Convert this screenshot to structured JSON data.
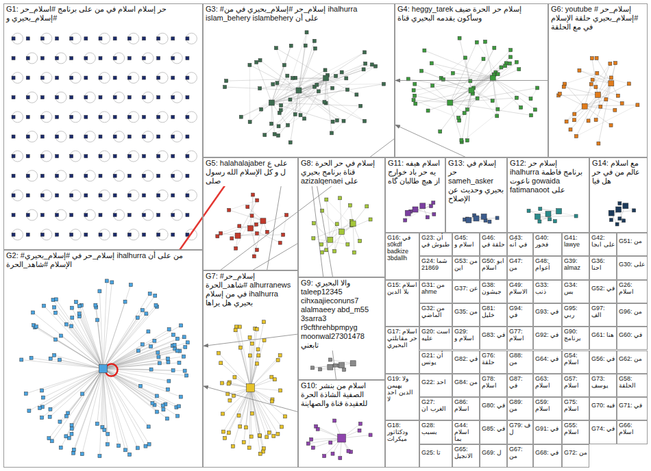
{
  "diagram": {
    "nodes": [
      {
        "text": [
          "G1: حر إسلام اسلام في من على برنامج #اسلام_حر #إسلام_بحيري و"
        ]
      },
      {
        "text": [
          "G3: #إسلام_حر #إسلام_بحيري في من ihalhurra islam_behery islambehery على أن"
        ]
      },
      {
        "text": [
          "G4: heggy_tarek إسلام حر الحرة ضيف وسأكون يقدمه البحيري قناة"
        ]
      },
      {
        "text": [
          "G6: youtube # إسلام_حر #إسلام_بحيري حلقة الإسلام في مع الحلقة"
        ]
      },
      {
        "text": [
          "G5: halahalajaber على ع ل و كل الإسلام الله رسول صلى"
        ]
      },
      {
        "text": [
          "G8: إسلام في حر الحرة قناة برنامج بحيري azizalqenaei على"
        ]
      },
      {
        "text": [
          "G11: اسلام هيفه يه حر باد خوارج از هيچ طالبان گاه"
        ]
      },
      {
        "text": [
          "G13: إسلام في حر sameh_asker بحيري وحديث عن الإصلاح"
        ]
      },
      {
        "text": [
          "G12: إسلام حر ihalhurra برنامج فاطمة ناعوت gowaida fatimanaoot على"
        ]
      },
      {
        "text": [
          "G14: مع اسلام عالم من في حر هل فيا"
        ]
      },
      {
        "text": [
          "G2: #إسلام_حر في #إسلام_بحيري ihalhurra من على أن الإسلام #شاهد_الحرة"
        ]
      },
      {
        "text": [
          "G7: #إسلام_حر #شاهد_الحرة alhurranews في من إسلام ihalhurra بحيري هل يراها"
        ]
      },
      {
        "text": [
          "G9: والا البحيري taleep12345 cihxaajieconuns7 alalmaeey abd_m55 3sarra3 r9cfthrehbpmpyg moonwal27301478 تابعني"
        ]
      },
      {
        "text": [
          "G10: اسلام من بنشر الصفية الشاذة الحرة للعقيدة قناة والصهاينة"
        ]
      },
      {
        "text": [
          "G16: في s0kdf badkize 3bdallh"
        ]
      },
      {
        "text": [
          "G15: اسلام بلا الدين"
        ]
      },
      {
        "text": [
          "G17: اسلام حر مقابلتي البحيري"
        ]
      },
      {
        "text": [
          "G19: ولا يهيمن الدين احد لا"
        ]
      },
      {
        "text": [
          "G18: ودكتاتور ميكرات"
        ]
      },
      {
        "text": [
          "G23: أن طبوش في"
        ]
      },
      {
        "text": [
          "G45: اسلام و"
        ]
      },
      {
        "text": [
          "G46: حلقة في"
        ]
      },
      {
        "text": [
          "G43: في أنه"
        ]
      },
      {
        "text": [
          "G40: فخور"
        ]
      },
      {
        "text": [
          "G41: lawye"
        ]
      },
      {
        "text": [
          "G42: على ابجا"
        ]
      },
      {
        "text": [
          "G51: من"
        ]
      },
      {
        "text": [
          "G24: شما 21869"
        ]
      },
      {
        "text": [
          "G53: من اين"
        ]
      },
      {
        "text": [
          "G50: ابو اسلام"
        ]
      },
      {
        "text": [
          "G47: من"
        ]
      },
      {
        "text": [
          "G48: أعوام"
        ]
      },
      {
        "text": [
          "G39: almaz"
        ]
      },
      {
        "text": [
          "G36: احنا"
        ]
      },
      {
        "text": [
          "G30: على"
        ]
      },
      {
        "text": [
          "G31: من ahme"
        ]
      },
      {
        "text": [
          "G37: عن"
        ]
      },
      {
        "text": [
          "G38: جيشون"
        ]
      },
      {
        "text": [
          "G49: الاسلام"
        ]
      },
      {
        "text": [
          "G33: ذنب"
        ]
      },
      {
        "text": [
          "G34: بس"
        ]
      },
      {
        "text": [
          "G52: في"
        ]
      },
      {
        "text": [
          "G26: اسلام"
        ]
      },
      {
        "text": [
          "G32: من الماضي"
        ]
      },
      {
        "text": [
          "G35: من"
        ]
      },
      {
        "text": [
          "G81: خليل"
        ]
      },
      {
        "text": [
          "G94: في"
        ]
      },
      {
        "text": [
          "G93: في"
        ]
      },
      {
        "text": [
          "G95: ربي"
        ]
      },
      {
        "text": [
          "G97: الف"
        ]
      },
      {
        "text": [
          "G96: من"
        ]
      },
      {
        "text": [
          "G20: است عليه"
        ]
      },
      {
        "text": [
          "G29: اسلام و"
        ]
      },
      {
        "text": [
          "G83: في"
        ]
      },
      {
        "text": [
          "G77: اسلام"
        ]
      },
      {
        "text": [
          "G92: في"
        ]
      },
      {
        "text": [
          "G90: برنامج"
        ]
      },
      {
        "text": [
          "G61: هنا"
        ]
      },
      {
        "text": [
          "G60: في"
        ]
      },
      {
        "text": [
          "G21: أن يونس"
        ]
      },
      {
        "text": [
          "G82: في"
        ]
      },
      {
        "text": [
          "G76: حلقة"
        ]
      },
      {
        "text": [
          "G88: من"
        ]
      },
      {
        "text": [
          "G64: في"
        ]
      },
      {
        "text": [
          "G54: اسلام"
        ]
      },
      {
        "text": [
          "G56: في"
        ]
      },
      {
        "text": [
          "G62: من"
        ]
      },
      {
        "text": [
          "G22: احد"
        ]
      },
      {
        "text": [
          "G84: من"
        ]
      },
      {
        "text": [
          "G78: اسلام"
        ]
      },
      {
        "text": [
          "G87: في"
        ]
      },
      {
        "text": [
          "G63: اسلام"
        ]
      },
      {
        "text": [
          "G57: اسلام"
        ]
      },
      {
        "text": [
          "G73: يوسف"
        ]
      },
      {
        "text": [
          "G58: الحلقة"
        ]
      },
      {
        "text": [
          "G27: الغرب ان"
        ]
      },
      {
        "text": [
          "G86: اسلام"
        ]
      },
      {
        "text": [
          "G80: في"
        ]
      },
      {
        "text": [
          "G89: من"
        ]
      },
      {
        "text": [
          "G59: اسلام"
        ]
      },
      {
        "text": [
          "G75: اسلام"
        ]
      },
      {
        "text": [
          "G70: فيه"
        ]
      },
      {
        "text": [
          "G71: في"
        ]
      },
      {
        "text": [
          "G28: بسبب"
        ]
      },
      {
        "text": [
          "G44: اسلام بما"
        ]
      },
      {
        "text": [
          "G85: في"
        ]
      },
      {
        "text": [
          "G79: ف ل"
        ]
      },
      {
        "text": [
          "G91: في"
        ]
      },
      {
        "text": [
          "G55: اسلام"
        ]
      },
      {
        "text": [
          "G74: في"
        ]
      },
      {
        "text": [
          "G66: اسلام"
        ]
      },
      {
        "text": [
          "G25: تا"
        ]
      },
      {
        "text": [
          "G65: الانجيل"
        ]
      },
      {
        "text": [
          "G69: ل"
        ]
      },
      {
        "text": [
          "G67: من"
        ]
      },
      {
        "text": [
          "G68: في"
        ]
      },
      {
        "text": [
          "G72: من"
        ]
      }
    ],
    "edges": [
      {
        "from": 10,
        "to": 1,
        "arrow": "to"
      },
      {
        "from": 12,
        "to": 1,
        "arrow": "to"
      },
      {
        "from": 13,
        "to": 1,
        "arrow": "to"
      },
      {
        "from": 11,
        "to": 1,
        "arrow": "to"
      },
      {
        "from": 3,
        "to": 1,
        "arrow": "to"
      },
      {
        "from": 8,
        "to": 1,
        "arrow": "to"
      },
      {
        "from": 13,
        "to": 10,
        "arrow": "to"
      },
      {
        "from": 12,
        "to": 10,
        "arrow": "to"
      },
      {
        "from": 5,
        "to": 10,
        "arrow": "to"
      },
      {
        "from": 2,
        "to": 10,
        "arrow": "to"
      }
    ]
  }
}
